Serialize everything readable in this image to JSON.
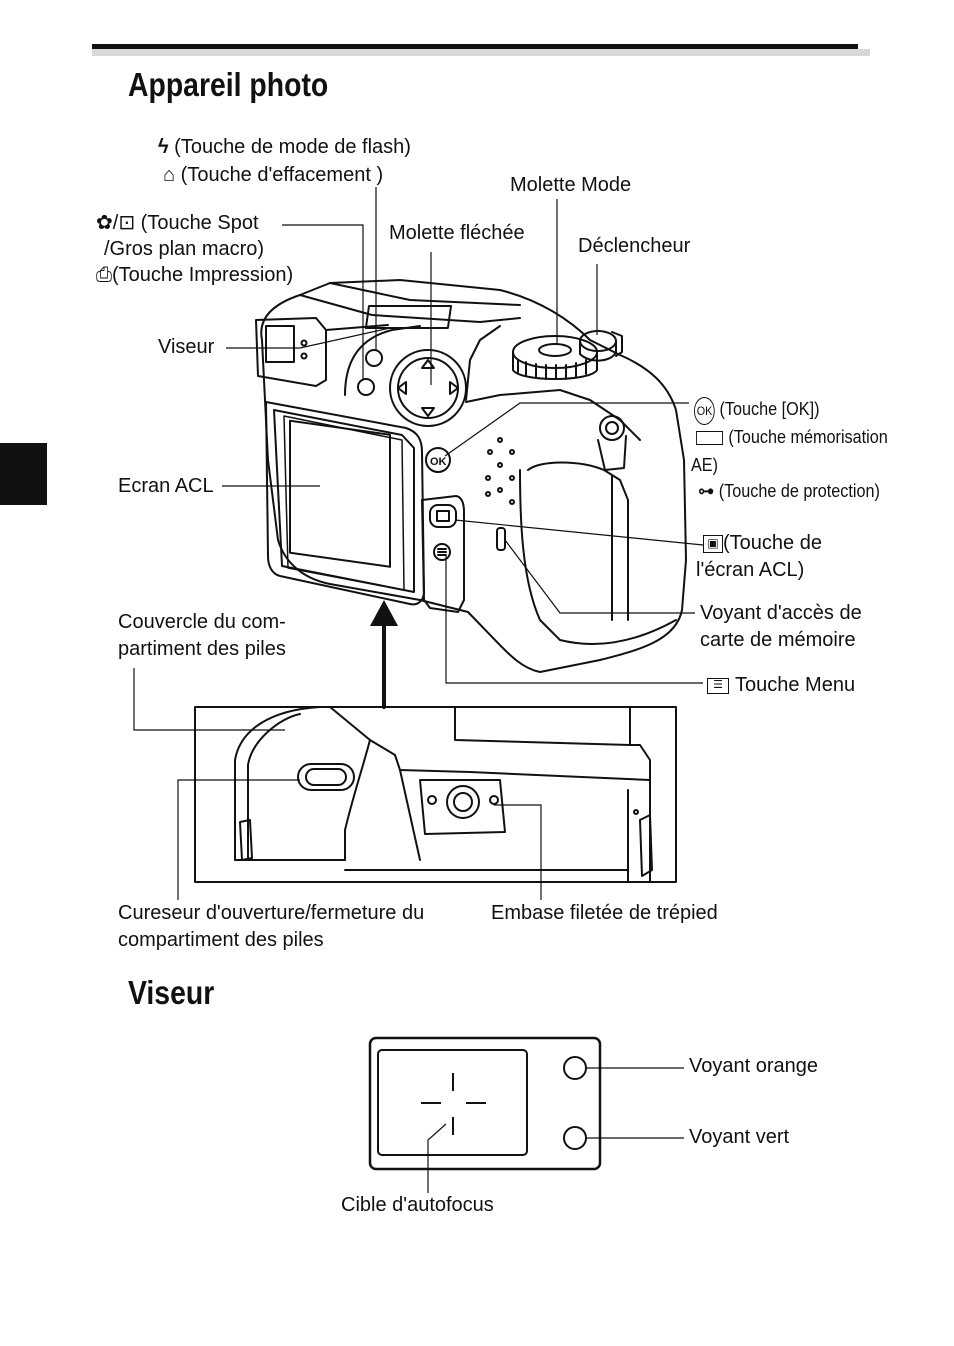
{
  "sections": {
    "camera_title": "Appareil photo",
    "viewfinder_title": "Viseur"
  },
  "labels": {
    "flash_button": "(Touche de mode de flash)",
    "erase_button": "(Touche d'effacement )",
    "spot_macro_line1": "(Touche Spot",
    "spot_macro_line2": "/Gros plan macro)",
    "print_button": "(Touche Impression)",
    "mode_dial": "Molette Mode",
    "arrow_pad": "Molette fléchée",
    "shutter_button": "Déclencheur",
    "viewfinder": "Viseur",
    "ok_button": "(Touche [OK])",
    "ae_lock_line1": "(Touche mémorisation",
    "ae_lock_line2": "AE)",
    "protect_button": "(Touche de protection)",
    "lcd_screen": "Ecran ACL",
    "monitor_button_line1": "(Touche de",
    "monitor_button_line2": "l'écran ACL)",
    "card_access_line1": "Voyant d'accès de",
    "card_access_line2": "carte de mémoire",
    "battery_cover_line1": "Couvercle du com-",
    "battery_cover_line2": "partiment des piles",
    "menu_button": "Touche Menu",
    "battery_latch_line1": "Cureseur d'ouverture/fermeture du",
    "battery_latch_line2": "compartiment des piles",
    "tripod_socket": "Embase filetée de trépied",
    "orange_lamp": "Voyant orange",
    "green_lamp": "Voyant vert",
    "af_target": "Cible d'autofocus"
  },
  "icons": [
    "flash-icon",
    "erase-icon",
    "macro-icon",
    "spot-icon",
    "print-icon",
    "ok-icon",
    "ae-lock-icon",
    "key-icon",
    "monitor-icon",
    "menu-icon"
  ]
}
